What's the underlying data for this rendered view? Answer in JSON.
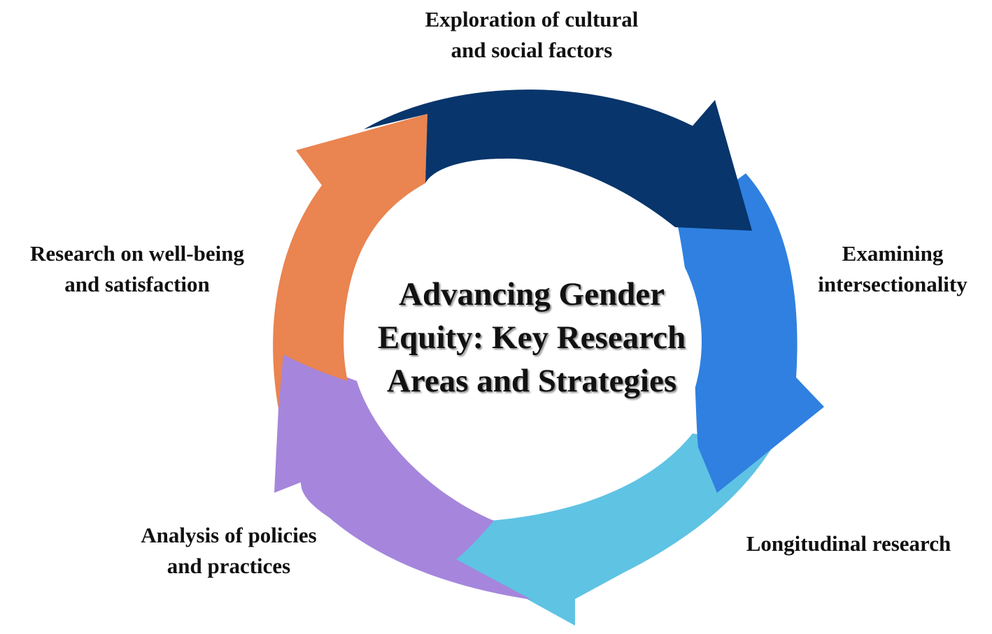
{
  "diagram": {
    "title_lines": [
      "Advancing Gender",
      "Equity: Key Research",
      "Areas and Strategies"
    ],
    "stages": [
      {
        "id": "cultural",
        "lines": [
          "Exploration of cultural",
          "and social factors"
        ],
        "color": "#08356b"
      },
      {
        "id": "intersectionality",
        "lines": [
          "Examining",
          "intersectionality"
        ],
        "color": "#2f80e0"
      },
      {
        "id": "longitudinal",
        "lines": [
          "Longitudinal research"
        ],
        "color": "#5fc3e4"
      },
      {
        "id": "policies",
        "lines": [
          "Analysis of policies",
          "and practices"
        ],
        "color": "#a586dc"
      },
      {
        "id": "wellbeing",
        "lines": [
          "Research on well-being",
          "and satisfaction"
        ],
        "color": "#ea8450"
      }
    ]
  }
}
